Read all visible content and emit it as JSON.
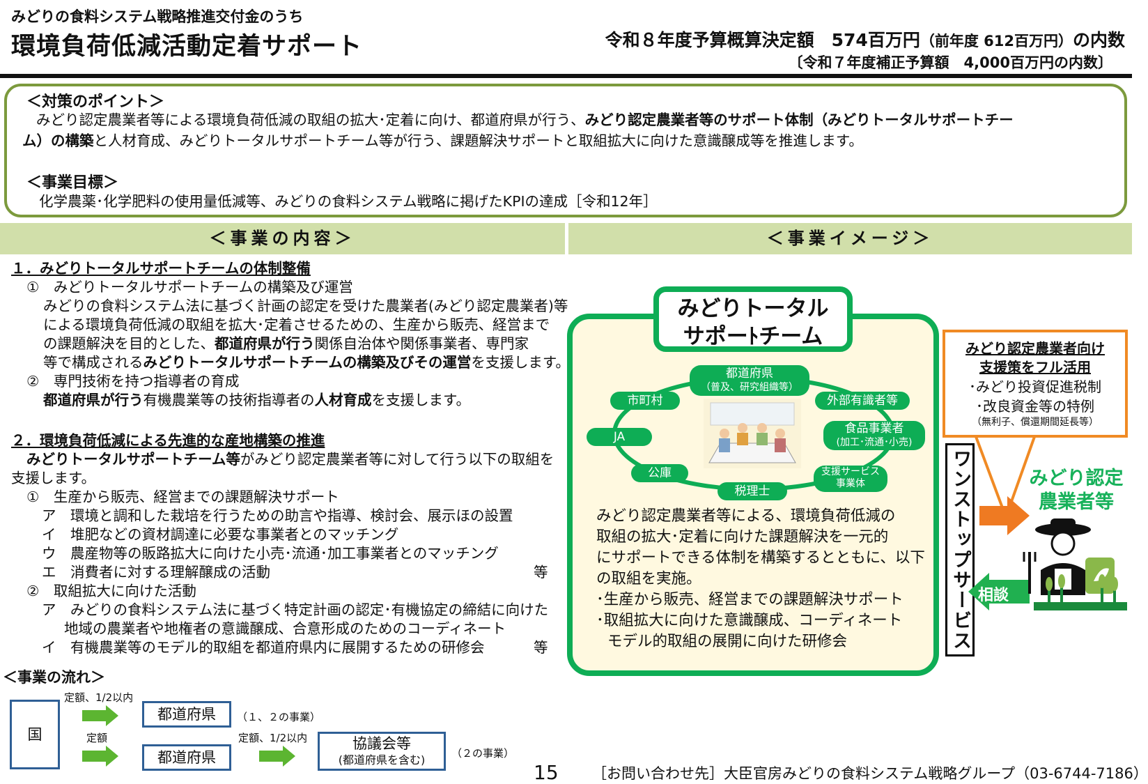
{
  "header": {
    "subtitle": "みどりの食料システム戦略推進交付金のうち",
    "title": "環境負荷低減活動定着サポート",
    "budget_main": "令和８年度予算概算決定額　574百万円",
    "budget_prev": "（前年度 612百万円）",
    "budget_tail": "の内数",
    "budget_supp": "〔令和７年度補正予算額　4,000百万円の内数〕"
  },
  "points": {
    "heading": "＜対策のポイント＞",
    "line1_a": "みどり認定農業者等による環境負荷低減の取組の拡大･定着に向け、都道府県が行う、",
    "line1_b": "みどり認定農業者等のサポート体制（みどりトータルサポートチー",
    "line2_a": "ム）の構築",
    "line2_b": "と人材育成、みどりトータルサポートチーム等が行う、課題解決サポートと取組拡大に向けた意識醸成等を推進します。",
    "goal_heading": "＜事業目標＞",
    "goal_text": "化学農薬･化学肥料の使用量低減等、みどりの食料システム戦略に掲げたKPIの達成［令和12年］"
  },
  "bands": {
    "left": "＜事業の内容＞",
    "right": "＜事業イメージ＞"
  },
  "content": {
    "s1_title": "１．みどりトータルサポートチームの体制整備",
    "s1_1_title": "①　みどりトータルサポートチームの構築及び運営",
    "s1_1_l1": "みどりの食料システム法に基づく計画の認定を受けた農業者(みどり認定農業者)等",
    "s1_1_l2": "による環境負荷低減の取組を拡大･定着させるための、生産から販売、経営まで",
    "s1_1_l3a": "の課題解決を目的とした、",
    "s1_1_l3b": "都道府県が行う",
    "s1_1_l3c": "関係自治体や関係事業者、専門家",
    "s1_1_l4a": "等で構成される",
    "s1_1_l4b": "みどりトータルサポートチームの構築及びその運営",
    "s1_1_l4c": "を支援します。",
    "s1_2_title": "②　専門技術を持つ指導者の育成",
    "s1_2_l1a": "都道府県が行う",
    "s1_2_l1b": "有機農業等の技術指導者の",
    "s1_2_l1c": "人材育成",
    "s1_2_l1d": "を支援します。",
    "s2_title": "２．環境負荷低減による先進的な産地構築の推進",
    "s2_l1a": "みどりトータルサポートチーム等",
    "s2_l1b": "がみどり認定農業者等に対して行う以下の取組を",
    "s2_l2": "支援します。",
    "s2_1_title": "①　生産から販売、経営までの課題解決サポート",
    "s2_1_a": "ア　環境と調和した栽培を行うための助言や指導、検討会、展示ほの設置",
    "s2_1_i": "イ　堆肥などの資材調達に必要な事業者とのマッチング",
    "s2_1_u": "ウ　農産物等の販路拡大に向けた小売･流通･加工事業者とのマッチング",
    "s2_1_e": "エ　消費者に対する理解醸成の活動",
    "etc": "等",
    "s2_2_title": "②　取組拡大に向けた活動",
    "s2_2_a1": "ア　みどりの食料システム法に基づく特定計画の認定･有機協定の締結に向けた",
    "s2_2_a2": "地域の農業者や地権者の意識醸成、合意形成のためのコーディネート",
    "s2_2_i": "イ　有機農業等のモデル的取組を都道府県内に展開するための研修会"
  },
  "flow": {
    "heading": "＜事業の流れ＞",
    "country": "国",
    "pref1": "都道府県",
    "pref2": "都道府県",
    "council": "協議会等",
    "council_sub": "(都道府県を含む)",
    "rate1": "定額、1/2以内",
    "rate2": "定額",
    "rate3": "定額、1/2以内",
    "note1": "（１、２の事業）",
    "note2": "（２の事業）"
  },
  "image": {
    "team_title_1": "みどりトータル",
    "team_title_2": "サポーﾄチーム",
    "pref": "都道府県",
    "pref_sub": "（普及、研究組織等）",
    "city": "市町村",
    "experts": "外部有識者等",
    "food": "食品事業者",
    "food_sub": "(加工･流通･小売)",
    "ja": "JA",
    "support": "支援サービス",
    "support_sub": "事業体",
    "bank": "公庫",
    "tax": "税理士",
    "desc1": "みどり認定農業者等による、環境負荷低減の",
    "desc2": "取組の拡大･定着に向けた課題解決を一元的",
    "desc3": "にサポートできる体制を構築するとともに、以下",
    "desc4": "の取組を実施。",
    "desc5": "･生産から販売、経営までの課題解決サポート",
    "desc6": "･取組拡大に向けた意識醸成、コーディネート",
    "desc7": "モデル的取組の展開に向けた研修会",
    "org_t1": "みどり認定農業者向け",
    "org_t2": "支援策をフル活用",
    "org_l1": "･みどり投資促進税制",
    "org_l2": "･改良資金等の特例",
    "org_l3": "（無利子、償還期間延長等）",
    "onestop": "ワンストップサービス",
    "consult": "相談",
    "farmer1": "みどり認定",
    "farmer2": "農業者等"
  },
  "footer": {
    "page": "15",
    "contact": "［お問い合わせ先］大臣官房みどりの食料システム戦略グループ（03-6744-7186）"
  },
  "colors": {
    "green_band": "#d1dfaa",
    "olive_border": "#7c9a3d",
    "team_green": "#0ead55",
    "orange": "#f08a24",
    "flow_blue": "#2f5f95",
    "arrow_green": "#5cb531"
  }
}
